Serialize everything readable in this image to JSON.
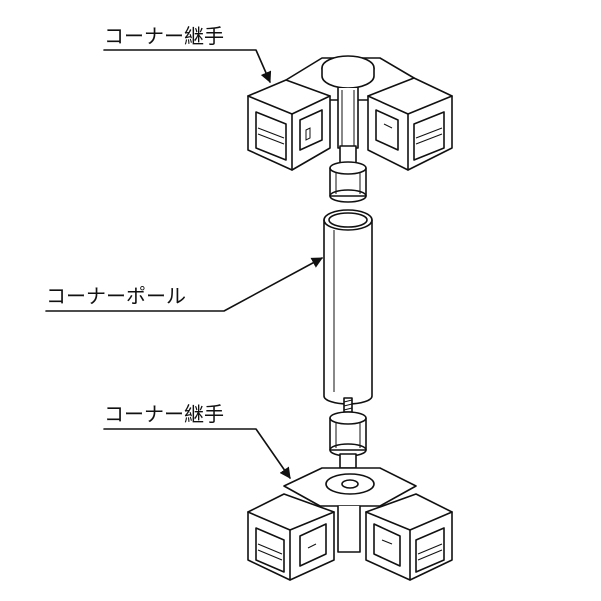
{
  "labels": {
    "top_joint": "コーナー継手",
    "pole": "コーナーポール",
    "bottom_joint": "コーナー継手"
  }
}
